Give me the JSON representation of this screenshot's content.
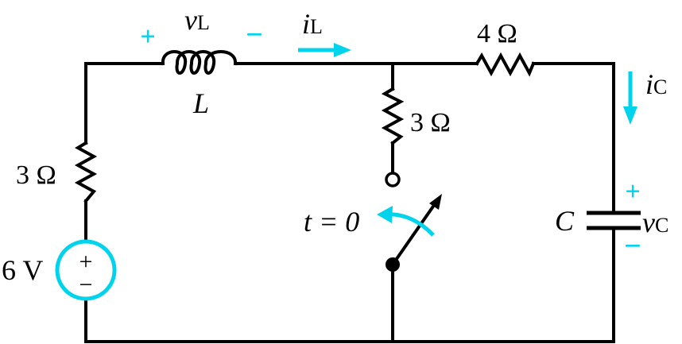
{
  "colors": {
    "wire": "#000000",
    "accent": "#00d3ec"
  },
  "labels": {
    "vL": {
      "sym": "v",
      "sub": "L"
    },
    "vL_plus": "+",
    "vL_minus": "−",
    "inductor": "L",
    "iL": {
      "sym": "i",
      "sub": "L"
    },
    "r_top": "4 Ω",
    "r_mid": "3 Ω",
    "r_left": "3 Ω",
    "iC": {
      "sym": "i",
      "sub": "C"
    },
    "cap_plus": "+",
    "cap_minus": "−",
    "capacitor": "C",
    "vC": {
      "sym": "v",
      "sub": "C"
    },
    "switch_time": "t = 0",
    "source_value": "6 V",
    "source_plus": "+",
    "source_minus": "−"
  }
}
